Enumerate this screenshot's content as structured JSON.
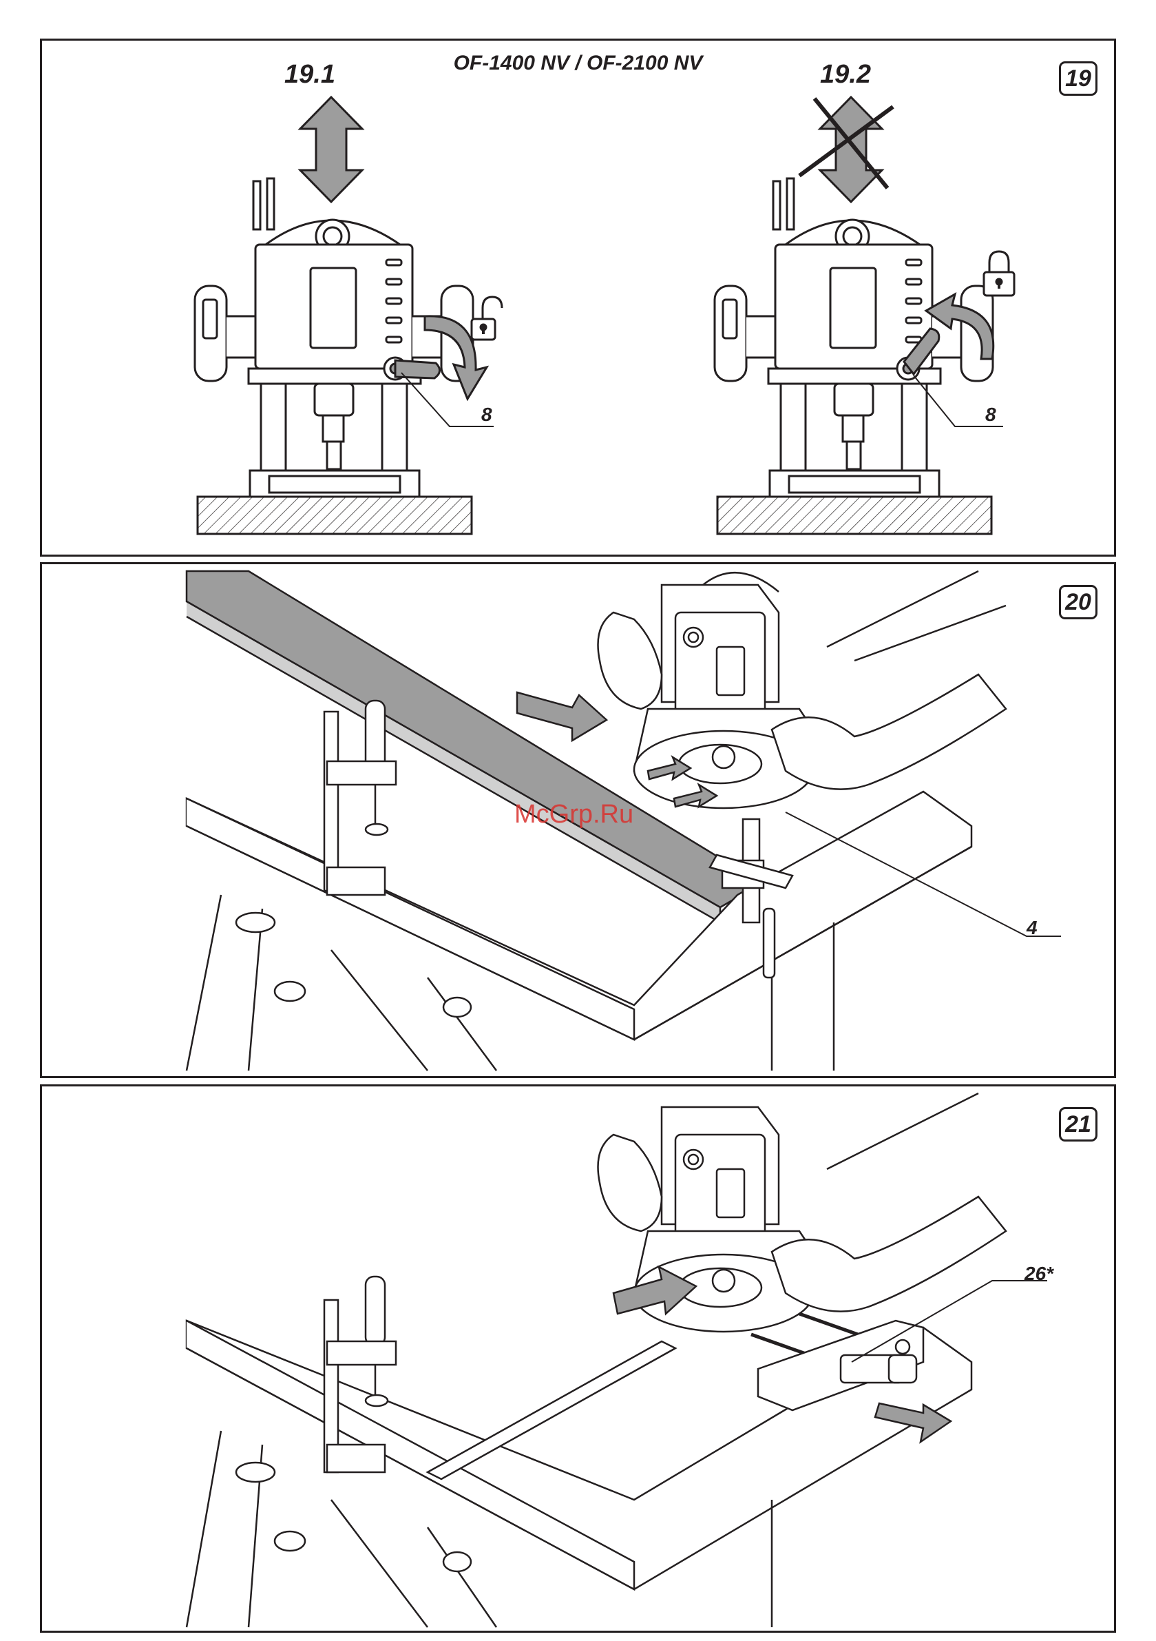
{
  "figure19": {
    "number": "19",
    "model_label": "OF-1400 NV / OF-2100 NV",
    "left_label": "19.1",
    "right_label": "19.2",
    "callout_left": "8",
    "callout_right": "8"
  },
  "figure20": {
    "number": "20",
    "callout": "4"
  },
  "figure21": {
    "number": "21",
    "callout": "26*"
  },
  "watermark": "McGrp.Ru",
  "colors": {
    "line": "#231f20",
    "fill_grey": "#9d9d9d",
    "watermark": "#d9322e"
  }
}
